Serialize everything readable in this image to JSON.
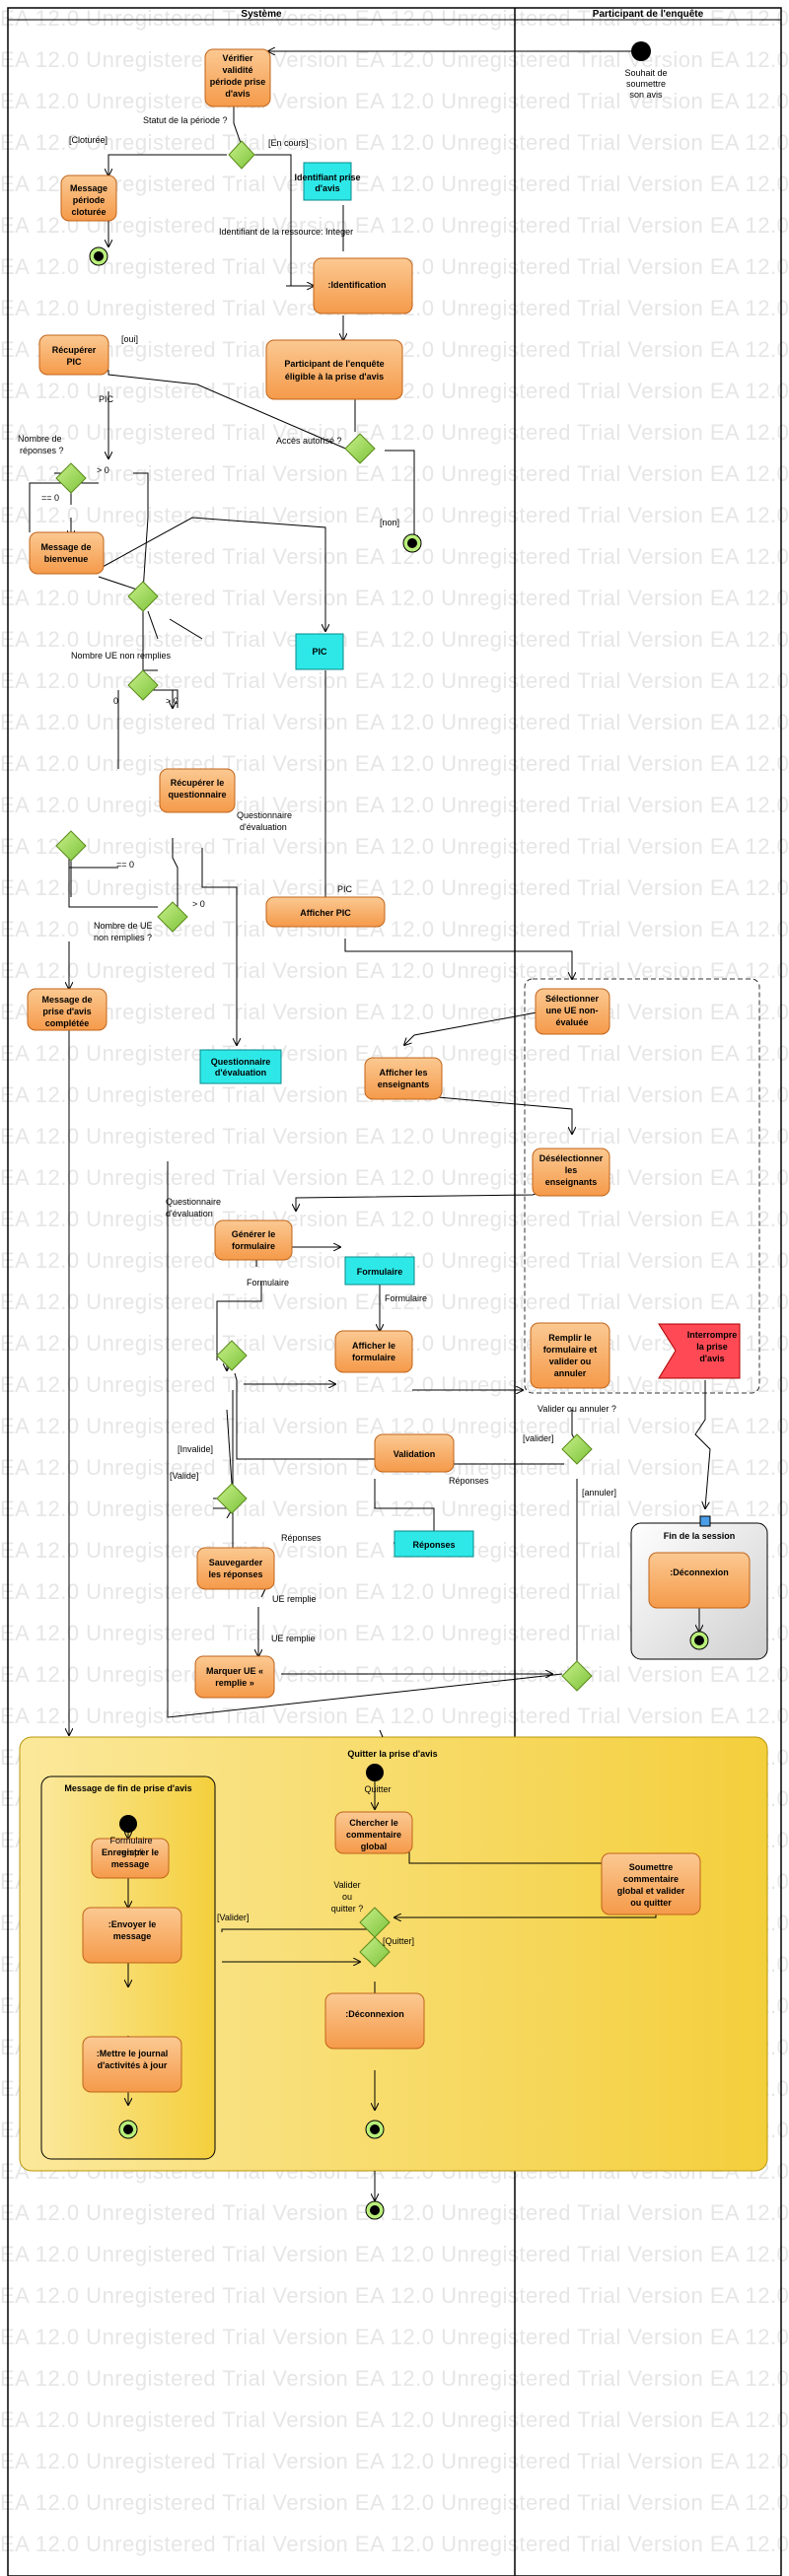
{
  "watermark": "EA 12.0 Unregistered Trial Version",
  "lanes": {
    "system": "Système",
    "participant": "Participant de l'enquête"
  },
  "colors": {
    "activity": "#f7a860",
    "object": "#22e0e0",
    "decision": "#8fd14f",
    "region": "#f8d85a",
    "interrupt": "#ff4a55"
  },
  "start_note": "Souhait de soumettre son avis",
  "activities": {
    "verifier": "Vérifier validité période prise d'avis",
    "message_cloturee": "Message période cloturée",
    "identification": ":Identification",
    "participant_eligible": "Participant de l'enquête éligible à la prise d'avis",
    "recuperer_pic": "Récupérer PIC",
    "message_bienvenue": "Message de bienvenue",
    "recuperer_questionnaire": "Récupérer le questionnaire",
    "afficher_pic": "Afficher PIC",
    "message_complete": "Message de prise d'avis complétée",
    "selectionner_ue": "Sélectionner une UE non-évaluée",
    "afficher_enseignants": "Afficher les enseignants",
    "deselectionner": "Désélectionner les enseignants",
    "generer_formulaire": "Générer le formulaire",
    "afficher_formulaire": "Afficher le formulaire",
    "remplir_formulaire": "Remplir le formulaire et valider ou annuler",
    "validation": "Validation",
    "sauvegarder": "Sauvegarder les réponses",
    "marquer_ue": "Marquer UE « remplie »",
    "deconnexion_session": ":Déconnexion",
    "chercher_commentaire": "Chercher le commentaire global",
    "soumettre_commentaire": "Soumettre commentaire global et valider ou quitter",
    "deconnexion_quitter": ":Déconnexion",
    "enregistrer_message": "Enregistrer le message",
    "envoyer_message": ":Envoyer le message",
    "mettre_journal": ":Mettre le journal d'activités à jour"
  },
  "objects": {
    "identifiant": "Identifiant prise d'avis",
    "pic": "PIC",
    "questionnaire": "Questionnaire d'évaluation",
    "formulaire": "Formulaire",
    "reponses": "Réponses"
  },
  "interrupt_signal": "Interrompre la prise d'avis",
  "regions": {
    "fin_session": "Fin de la session",
    "quitter": "Quitter la prise d'avis",
    "message_fin": "Message de fin de prise d'avis"
  },
  "labels": {
    "statut": "Statut de la période ?",
    "cloturee": "[Cloturée]",
    "en_cours": "[En cours]",
    "identifiant_ressource": "Identifiant de la ressource: Integer",
    "oui": "[oui]",
    "pic_pin": "PIC",
    "acces": "Accès autorisé ?",
    "non": "[non]",
    "nb_reponses_1": "Nombre de",
    "nb_reponses_2": "réponses ?",
    "gt0_a": "> 0",
    "eq0_a": "== 0",
    "nb_ue_remplies": "Nombre UE non remplies",
    "zero": "0",
    "gt0_b": "> 0",
    "questionnaire_pin_1": "Questionnaire",
    "questionnaire_pin_2": "d'évaluation",
    "pic_pin_2": "PIC",
    "eq0_b": "== 0",
    "gt0_c": "> 0",
    "nb_ue_non_1": "Nombre de UE",
    "nb_ue_non_2": "non remplies ?",
    "questionnaire_in_1": "Questionnaire",
    "questionnaire_in_2": "d'évaluation",
    "formulaire_pin_1": "Formulaire",
    "formulaire_pin_2": "Formulaire",
    "valider_annuler": "Valider ou annuler ?",
    "valider": "[valider]",
    "annuler": "[annuler]",
    "invalide": "[Invalide]",
    "valide": "[Valide]",
    "reponses_pin_1": "Réponses",
    "reponses_pin_2": "Réponses",
    "ue_remplie_1": "UE remplie",
    "ue_remplie_2": "UE remplie",
    "quitter_pin": "Quitter",
    "formulaire_rempli_1": "Formulaire",
    "formulaire_rempli_2": "rempli",
    "valider_quitter_1": "Valider",
    "valider_quitter_2": "ou",
    "valider_quitter_3": "quitter ?",
    "valider_br": "[Valider]",
    "quitter_br": "[Quitter]"
  }
}
